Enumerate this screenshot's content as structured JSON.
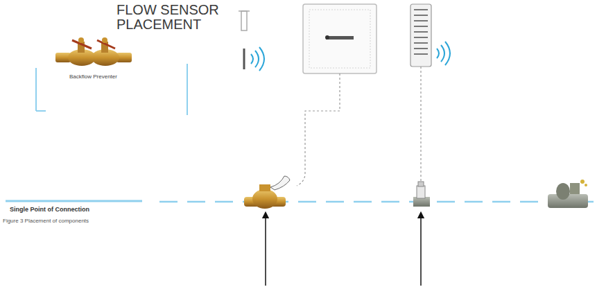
{
  "diagram": {
    "title": "FLOW SENSOR PLACEMENT",
    "caption": "Figure 3 Placement of components",
    "labels": [
      "Backflow Preventer",
      "Single Point of Connection"
    ]
  }
}
